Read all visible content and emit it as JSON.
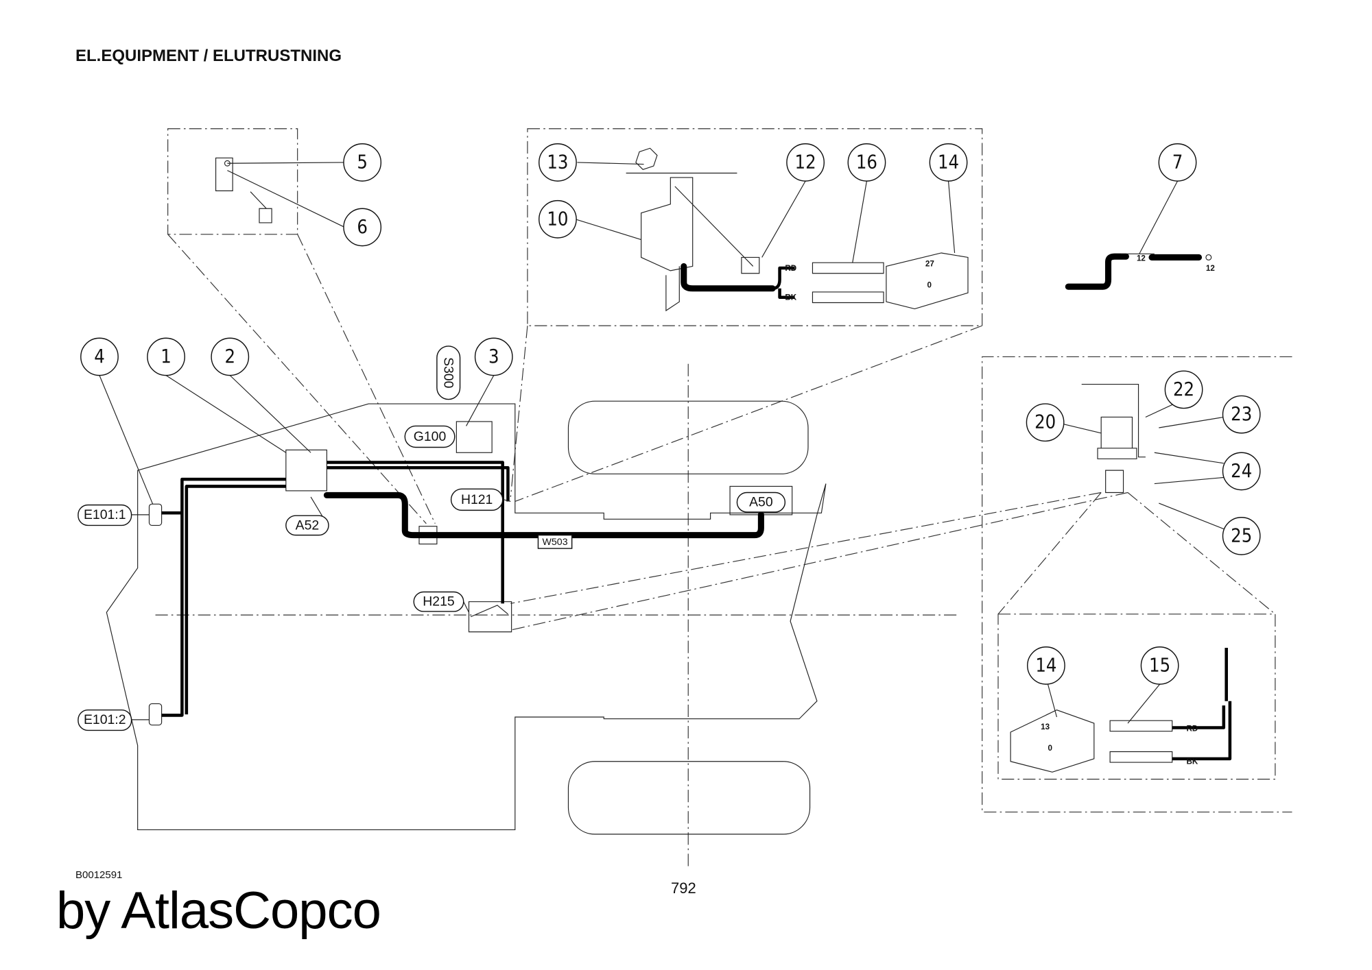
{
  "header": {
    "title": "EL.EQUIPMENT / ELUTRUSTNING"
  },
  "footer": {
    "drawing_number": "B0012591",
    "page_number": "792",
    "brand": "by AtlasCopco"
  },
  "balloons": [
    "5",
    "6",
    "13",
    "12",
    "16",
    "14",
    "7",
    "10",
    "4",
    "1",
    "2",
    "3",
    "22",
    "23",
    "20",
    "24",
    "25",
    "14",
    "15"
  ],
  "labels": {
    "s300": "S300",
    "g100": "G100",
    "h121": "H121",
    "a52": "A52",
    "a50": "A50",
    "w503": "W503",
    "e101_1": "E101:1",
    "e101_2": "E101:2",
    "h215": "H215"
  },
  "detail_marks": {
    "rd": "RD",
    "bk": "BK",
    "relay_top": "27",
    "relay_bottom": "0",
    "relay2_top": "13",
    "relay2_bottom": "0",
    "cable_tag": "12",
    "cable_end": "12"
  }
}
